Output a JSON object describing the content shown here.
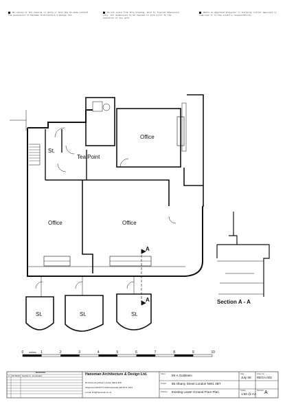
{
  "notes": [
    "No copies of the drawing in whole or part may be made without the permission of Hanoman Architecture & Design Ltd.",
    "Do not scale from this drawing. Work to figured dimensions only. All dimensions to be checked on site prior to the execution of any work.",
    "Where an Approved Inspector or building control approval is required it is the client's responsibility."
  ],
  "rooms": {
    "office_top": "Office",
    "store_left": "St.",
    "tea_point": "Tea Point",
    "office_left": "Office",
    "office_right": "Office",
    "vault_1": "St.",
    "vault_2": "St.",
    "vault_3": "St."
  },
  "section_marker": "A",
  "section_title": "Section A - A",
  "scale_bar": {
    "unit": "metres",
    "labels": [
      "0",
      "1",
      "2",
      "3",
      "4",
      "5",
      "6",
      "7",
      "8",
      "9",
      "10"
    ]
  },
  "title_block": {
    "revisions_heading": "Revisions",
    "revision_row": {
      "letter": "A",
      "date": "03.08.09",
      "description": "Section A - A included"
    },
    "firm": "Hanoman Architecture & Design Ltd.",
    "address": "63 Chevening Road, London SE19 3TD",
    "phone": "Telephone 020 8771 0449 Facsimile 020 8771 1521",
    "email": "e-mail: info@hanoman.co.uk",
    "client_key": "Client",
    "client": "Mr A Goldstein",
    "project_key": "Project",
    "project": "85 Albany Street London NW1 4BT",
    "drawing_key": "Drawing",
    "drawing": "Existing Lower Ground Floor Plan",
    "date_key": "Date",
    "date": "July 09",
    "drawing_no_key": "Drwg. No.",
    "drawing_no": "85/GA.002",
    "scales_key": "Scales",
    "scales": "1:50 @ A3",
    "revision_key": "Revision",
    "revision": "A"
  }
}
